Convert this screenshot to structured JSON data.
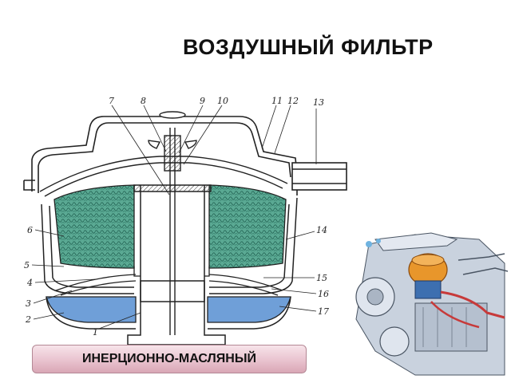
{
  "title": "ВОЗДУШНЫЙ ФИЛЬТР",
  "banner": "ИНЕРЦИОННО-МАСЛЯНЫЙ",
  "callouts": {
    "c1": "1",
    "c2": "2",
    "c3": "3",
    "c4": "4",
    "c5": "5",
    "c6": "6",
    "c7": "7",
    "c8": "8",
    "c9": "9",
    "c10": "10",
    "c11": "11",
    "c12": "12",
    "c13": "13",
    "c14": "14",
    "c15": "15",
    "c16": "16",
    "c17": "17"
  },
  "colors": {
    "filter_element": "#5aa993",
    "oil": "#6f9fd8",
    "engine_body": "#c9d2de",
    "engine_filter": "#e8962b",
    "engine_pipe": "#c73a3a",
    "banner": "#e9c3cf"
  }
}
